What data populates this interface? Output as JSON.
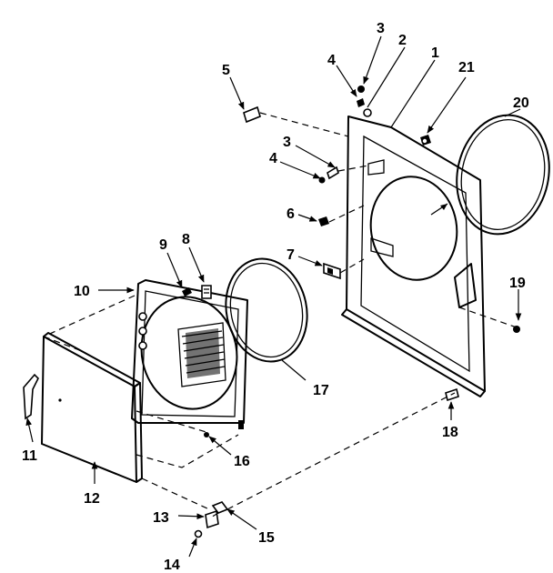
{
  "callouts": {
    "c1": "1",
    "c2": "2",
    "c3a": "3",
    "c3b": "3",
    "c4a": "4",
    "c4b": "4",
    "c5": "5",
    "c6": "6",
    "c7": "7",
    "c8": "8",
    "c9": "9",
    "c10": "10",
    "c11": "11",
    "c12": "12",
    "c13": "13",
    "c14": "14",
    "c15": "15",
    "c16": "16",
    "c17": "17",
    "c18": "18",
    "c19": "19",
    "c20": "20",
    "c21": "21"
  }
}
